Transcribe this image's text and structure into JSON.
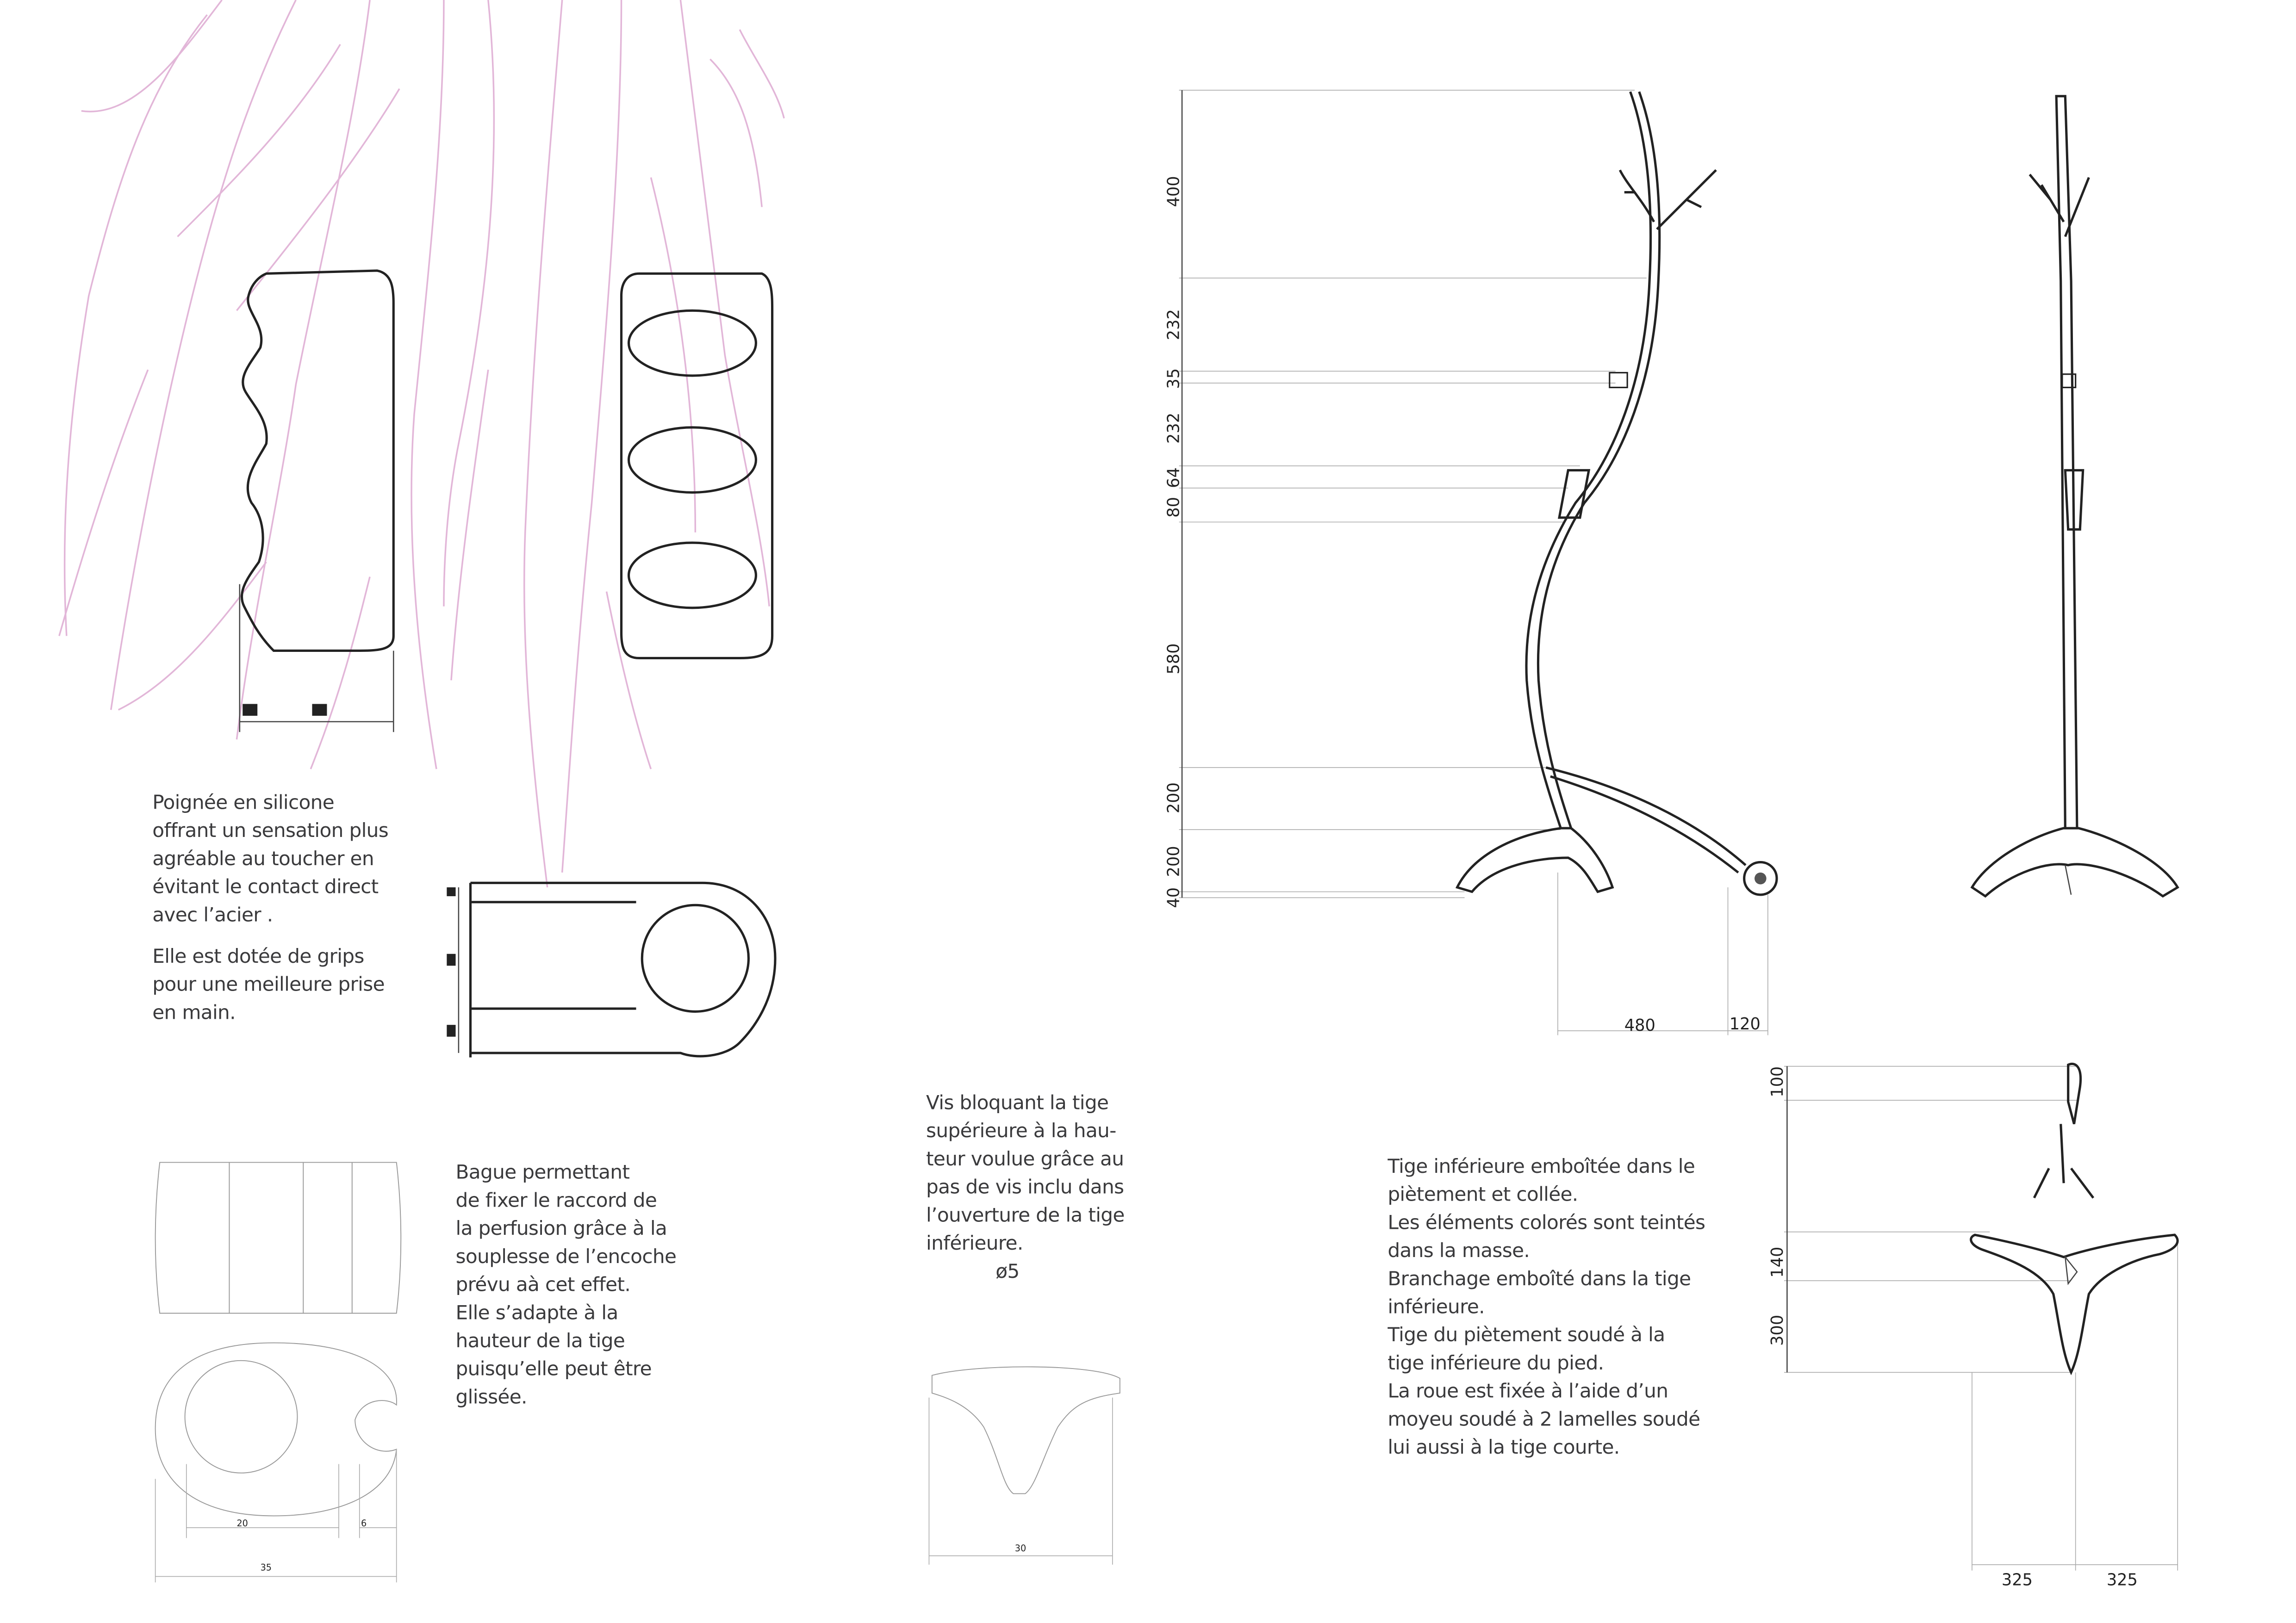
{
  "handle_note": {
    "p1": [
      "Poignée en silicone",
      "offrant un sensation plus",
      "agréable au toucher en",
      "évitant le contact direct",
      "avec l’acier ."
    ],
    "p2": [
      "Elle est dotée de grips",
      "pour une meilleure prise",
      "en main."
    ]
  },
  "ring_note": [
    "Bague permettant",
    "de fixer le raccord de",
    "la perfusion grâce à la",
    "souplesse de l’encoche",
    "prévu aà cet effet.",
    "Elle s’adapte à la",
    "hauteur de la tige",
    "puisqu’elle peut être",
    "glissée."
  ],
  "screw_note": {
    "lines": [
      "Vis bloquant la tige",
      "supérieure à la hau-",
      "teur voulue grâce au",
      "pas de vis inclu dans",
      "l’ouverture de la tige",
      "inférieure."
    ],
    "diameter": "ø5"
  },
  "assembly_note": [
    "Tige inférieure emboîtée dans le",
    "piètement et collée.",
    "Les éléments colorés sont teintés",
    "dans la masse.",
    "Branchage emboîté dans la tige",
    "inférieure.",
    "Tige du piètement soudé à la",
    "tige inférieure du pied.",
    "La roue est fixée à l’aide d’un",
    "moyeu soudé à 2 lamelles soudé",
    "lui aussi à la tige courte."
  ],
  "ring_dims": {
    "inner": "20",
    "notch": "6",
    "overall": "35"
  },
  "screw_dims": {
    "width": "30"
  },
  "side_view_dims": {
    "vertical": [
      "400",
      "232",
      "35",
      "232",
      "64",
      "80",
      "580",
      "200",
      "200",
      "40"
    ],
    "horizontal": [
      "480",
      "120"
    ]
  },
  "top_view_dims": {
    "vertical": [
      "100",
      "140",
      "300"
    ],
    "horizontal": [
      "325",
      "325"
    ]
  },
  "colors": {
    "willow": "#e2b6d8",
    "ink": "#222222",
    "text": "#3a3a3c"
  }
}
